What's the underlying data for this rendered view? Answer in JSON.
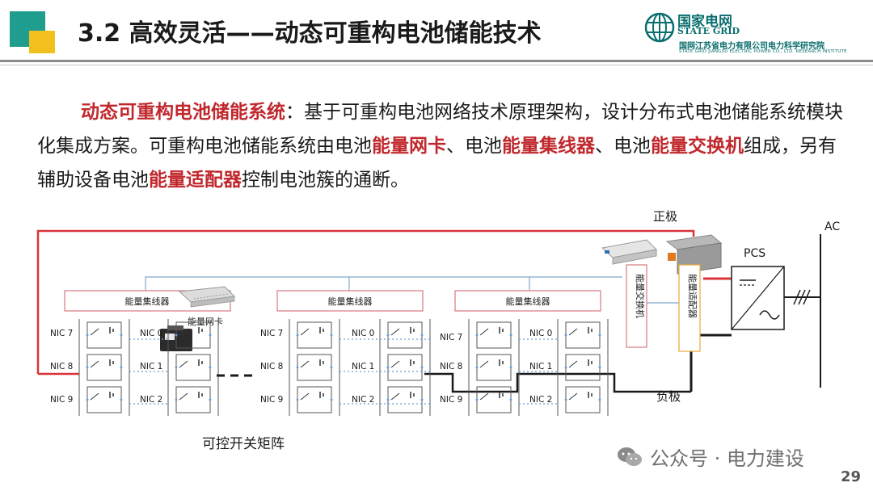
{
  "title": "3.2 高效灵活——动态可重构电池储能技术",
  "logo": {
    "cn": "国家电网",
    "en": "STATE GRID",
    "sub": "国网江苏省电力有限公司电力科学研究院",
    "sub_en": "STATE GRID JIANGSU ELECTRIC POWER CO., LTD. RESEARCH INSTITUTE"
  },
  "paragraph": {
    "s1_hl": "动态可重构电池储能系统",
    "s2": "：基于可重构电池网络技术原理架构，设计分布式电池储能系统模块化集成方案。可重构电池储能系统由电池",
    "s3_hl": "能量网卡",
    "s4": "、电池",
    "s5_hl": "能量集线器",
    "s6": "、电池",
    "s7_hl": "能量交换机",
    "s8": "组成，另有辅助设备电池",
    "s9_hl": "能量适配器",
    "s10": "控制电池簇的通断。"
  },
  "diagram": {
    "positive": "正极",
    "negative": "负极",
    "ac": "AC",
    "pcs": "PCS",
    "hub1": "能量集线器",
    "hub2": "能量集线器",
    "hub3": "能量集线器",
    "nic_card": "能量网卡",
    "switch": "能量交换机",
    "adapter": "能量适配器",
    "matrix": "可控开关矩阵",
    "g1_left": [
      "NIC 7",
      "NIC 8",
      "NIC 9"
    ],
    "g1_right": [
      "NIC 0",
      "NIC 1",
      "NIC 2"
    ],
    "g2_left": [
      "NIC 7",
      "NIC 8",
      "NIC 9"
    ],
    "g2_right": [
      "NIC 0",
      "NIC 1",
      "NIC 2"
    ],
    "g3_left": [
      "NIC 7",
      "NIC 8",
      "NIC 9"
    ],
    "g3_right": [
      "NIC 0",
      "NIC 1",
      "NIC 2"
    ]
  },
  "watermark": "公众号 · 电力建设",
  "page_number": "29",
  "colors": {
    "highlight": "#c0282d",
    "positive_line": "#d9343a",
    "brand": "#0a6e6e",
    "deco_teal": "#1f9e8f",
    "deco_yellow": "#f2c01e"
  }
}
